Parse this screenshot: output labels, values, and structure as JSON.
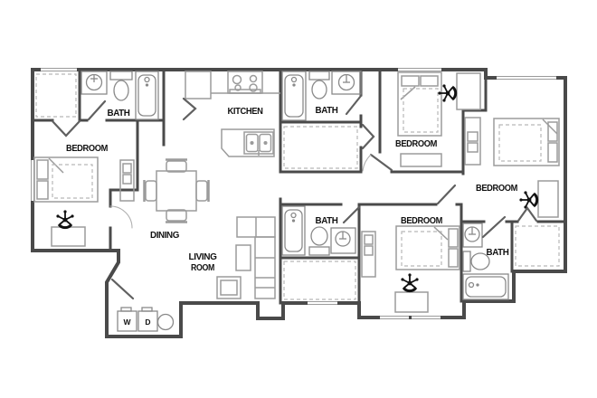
{
  "labels": {
    "bedroom_left": "BEDROOM",
    "bath_top_left": "BATH",
    "kitchen": "KITCHEN",
    "bath_top_center": "BATH",
    "bedroom_top_center": "BEDROOM",
    "bedroom_right": "BEDROOM",
    "dining": "DINING",
    "living_line1": "LIVING",
    "living_line2": "ROOM",
    "bath_center": "BATH",
    "bedroom_bottom": "BEDROOM",
    "bath_bottom_right": "BATH",
    "washer": "W",
    "dryer": "D"
  },
  "colors": {
    "background": "#ffffff",
    "walls": "#4a4a4a",
    "furniture": "#9b9b9b",
    "fixtures": "#8a8a8a",
    "dashed": "#b8b8b8",
    "doors": "#606060",
    "text": "#111111"
  },
  "icons": {
    "office_chair": "office-chair-icon",
    "toilet": "toilet-icon",
    "bathtub": "bathtub-icon",
    "sink": "sink-icon",
    "bed": "bed-icon",
    "sofa": "sofa-icon",
    "dining_table": "dining-table-icon",
    "washer": "washer-icon",
    "dryer": "dryer-icon",
    "water_heater": "water-heater-icon",
    "stove": "stove-icon",
    "refrigerator": "refrigerator-icon"
  }
}
